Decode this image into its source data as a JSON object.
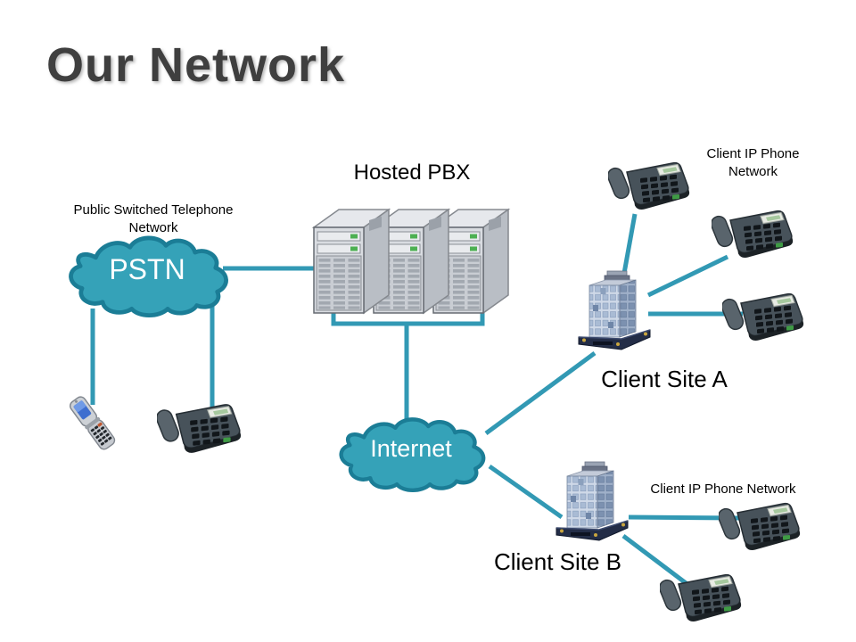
{
  "slide": {
    "title": "Our Network"
  },
  "colors": {
    "background": "#FFFFFF",
    "title_text": "#3F3F3F",
    "link_line": "#3299B4",
    "cloud_fill": "#35A2B8",
    "cloud_border": "#1B7D96",
    "caption_text": "#000000",
    "cloud_label_text": "#FFFFFF"
  },
  "nodes": {
    "pstn": {
      "label": "PSTN",
      "caption": "Public Switched Telephone Network"
    },
    "hosted_pbx": {
      "label": "Hosted PBX"
    },
    "internet": {
      "label": "Internet"
    },
    "client_site_a": {
      "label": "Client Site A",
      "caption": "Client IP Phone Network"
    },
    "client_site_b": {
      "label": "Client Site B",
      "caption": "Client IP Phone Network"
    }
  }
}
